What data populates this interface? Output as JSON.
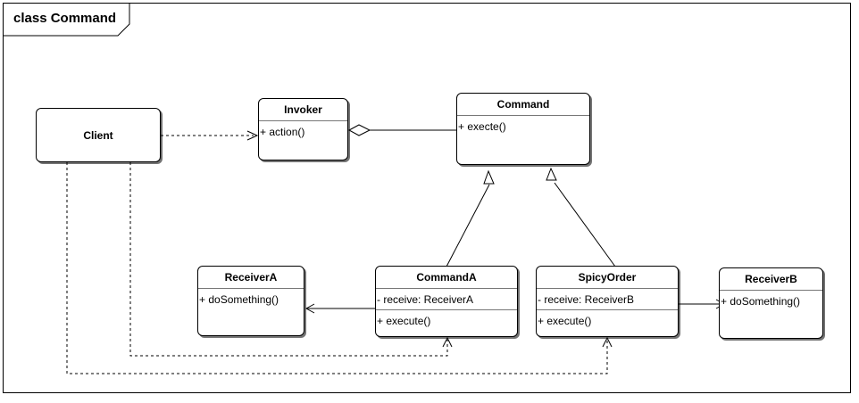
{
  "frame": {
    "title": "class Command"
  },
  "classes": {
    "client": {
      "name": "Client"
    },
    "invoker": {
      "name": "Invoker",
      "methods": [
        "+ action()"
      ]
    },
    "command": {
      "name": "Command",
      "methods": [
        "+ execte()"
      ]
    },
    "receiverA": {
      "name": "ReceiverA",
      "methods": [
        "+ doSomething()"
      ]
    },
    "commandA": {
      "name": "CommandA",
      "fields": [
        "- receive: ReceiverA"
      ],
      "methods": [
        "+ execute()"
      ]
    },
    "spicyOrder": {
      "name": "SpicyOrder",
      "fields": [
        "- receive: ReceiverB"
      ],
      "methods": [
        "+ execute()"
      ]
    },
    "receiverB": {
      "name": "ReceiverB",
      "methods": [
        "+ doSomething()"
      ]
    }
  },
  "relations": [
    {
      "from": "Client",
      "to": "Invoker",
      "kind": "dependency"
    },
    {
      "from": "Invoker",
      "to": "Command",
      "kind": "aggregation"
    },
    {
      "from": "CommandA",
      "to": "Command",
      "kind": "generalization"
    },
    {
      "from": "SpicyOrder",
      "to": "Command",
      "kind": "generalization"
    },
    {
      "from": "CommandA",
      "to": "ReceiverA",
      "kind": "association"
    },
    {
      "from": "SpicyOrder",
      "to": "ReceiverB",
      "kind": "association"
    },
    {
      "from": "Client",
      "to": "CommandA",
      "kind": "dependency"
    },
    {
      "from": "Client",
      "to": "SpicyOrder",
      "kind": "dependency"
    }
  ]
}
